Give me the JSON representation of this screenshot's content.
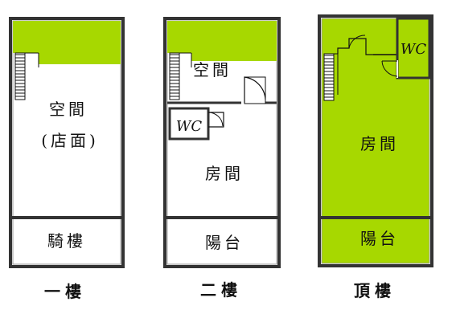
{
  "colors": {
    "fill": "#a7d800",
    "wall": "#333333",
    "wall_shadow": "#9a9a9a",
    "line": "#111111"
  },
  "plans": [
    {
      "floor_label": "一樓",
      "room_space": "空間",
      "room_shop": "(店面)",
      "arcade": "騎樓"
    },
    {
      "floor_label": "二樓",
      "room_space": "空間",
      "wc": "WC",
      "room": "房間",
      "balcony": "陽台"
    },
    {
      "floor_label": "頂樓",
      "wc": "WC",
      "room": "房間",
      "balcony": "陽台"
    }
  ]
}
